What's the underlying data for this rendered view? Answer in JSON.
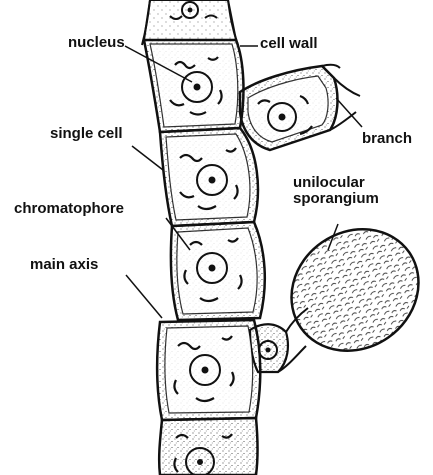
{
  "labels": {
    "nucleus": "nucleus",
    "cell_wall": "cell wall",
    "single_cell": "single cell",
    "branch": "branch",
    "chromatophore": "chromatophore",
    "unilocular_sporangium": "unilocular\nsporangium",
    "main_axis": "main axis"
  },
  "colors": {
    "ink": "#111111",
    "background": "#ffffff"
  }
}
